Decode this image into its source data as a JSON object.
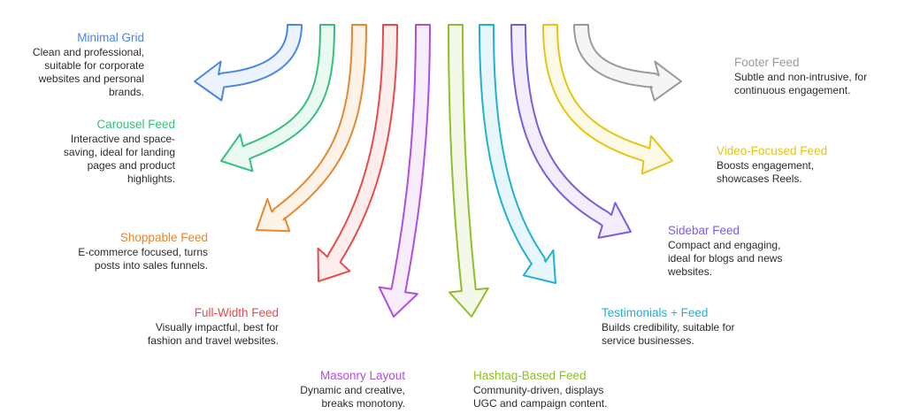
{
  "items": [
    {
      "title": "Minimal Grid",
      "line1": "Clean and professional,",
      "line2": "suitable for corporate",
      "line3": "websites and personal",
      "line4": "brands.",
      "color": "#4a86e8"
    },
    {
      "title": "Carousel Feed",
      "line1": "Interactive and space-",
      "line2": "saving, ideal for landing",
      "line3": "pages and product",
      "line4": "highlights.",
      "color": "#34c17b"
    },
    {
      "title": "Shoppable Feed",
      "line1": "E-commerce focused, turns",
      "line2": "posts into sales funnels.",
      "color": "#e8872c"
    },
    {
      "title": "Full-Width Feed",
      "line1": "Visually impactful, best for",
      "line2": "fashion and travel websites.",
      "color": "#e84b4b"
    },
    {
      "title": "Masonry Layout",
      "line1": "Dynamic and creative,",
      "line2": "breaks monotony.",
      "color": "#b04ee0"
    },
    {
      "title": "Hashtag-Based Feed",
      "line1": "Community-driven, displays",
      "line2": "UGC and campaign content.",
      "color": "#8fbf2a"
    },
    {
      "title": "Testimonials + Feed",
      "line1": "Builds credibility, suitable for",
      "line2": "service businesses.",
      "color": "#20b0d8"
    },
    {
      "title": "Sidebar Feed",
      "line1": "Compact and engaging,",
      "line2": "ideal for blogs and news",
      "line3": "websites.",
      "color": "#7b5ce0"
    },
    {
      "title": "Video-Focused Feed",
      "line1": "Boosts engagement,",
      "line2": "showcases Reels.",
      "color": "#e5c512"
    },
    {
      "title": "Footer Feed",
      "line1": "Subtle and non-intrusive, for",
      "line2": "continuous engagement.",
      "color": "#9a9a9a"
    }
  ]
}
